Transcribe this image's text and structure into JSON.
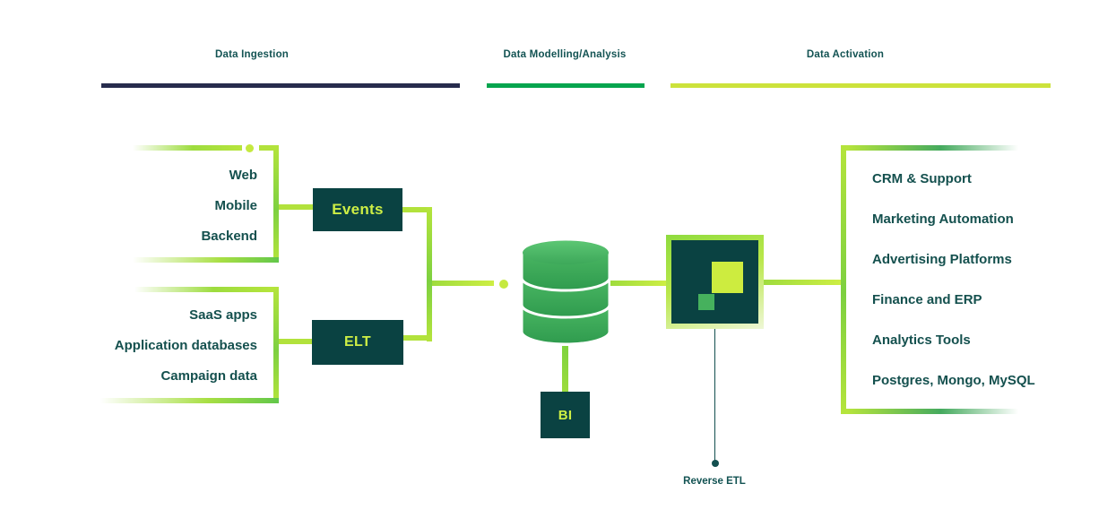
{
  "sections": [
    {
      "label": "Data Ingestion",
      "underline_color": "#272c4d"
    },
    {
      "label": "Data Modelling/Analysis",
      "underline_color": "#05a54e"
    },
    {
      "label": "Data Activation",
      "underline_color": "#cce23b"
    }
  ],
  "ingestion": {
    "event_sources": [
      "Web",
      "Mobile",
      "Backend"
    ],
    "events_label": "Events",
    "batch_sources": [
      "SaaS apps",
      "Application databases",
      "Campaign data"
    ],
    "elt_label": "ELT"
  },
  "modelling": {
    "warehouse_icon": "database-cylinder-icon",
    "bi_label": "BI"
  },
  "activation": {
    "logo_icon": "reverse-etl-logo-squares",
    "destinations": [
      "CRM & Support",
      "Marketing Automation",
      "Advertising Platforms",
      "Finance and ERP",
      "Analytics Tools",
      "Postgres, Mongo, MySQL"
    ],
    "reverse_etl_label": "Reverse ETL"
  },
  "colors": {
    "text_teal": "#14504e",
    "node_fill": "#0a4242",
    "node_text_lime": "#cdee45",
    "line_lime": "#b2e23c",
    "line_green": "#62c74a",
    "bar_navy": "#272c4d",
    "bar_green": "#05a54e",
    "bar_lime": "#cce23b",
    "db_green_top": "#52bf69",
    "db_green_bottom": "#2f9b4e"
  }
}
